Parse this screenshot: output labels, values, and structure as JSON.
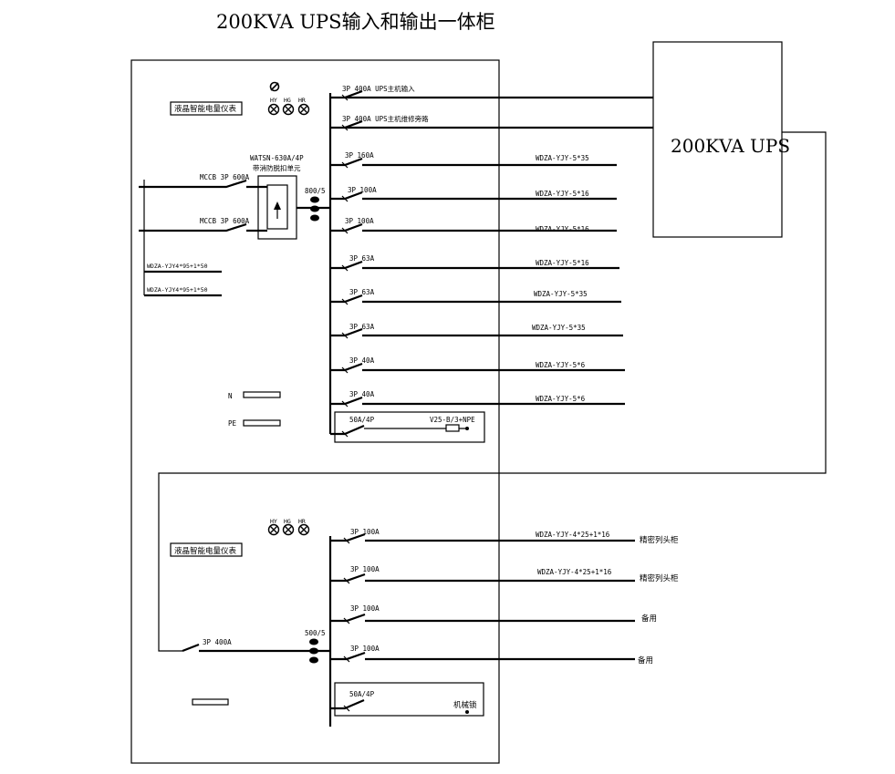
{
  "title": "200KVA UPS输入和输出一体柜",
  "ups_label": "200KVA UPS",
  "meter_label": "液晶智能电量仪表",
  "indicator_labels": [
    "HY",
    "HG",
    "HR"
  ],
  "ats": {
    "line1": "WATSN-630A/4P",
    "line2": "带消防脱扣单元"
  },
  "ct_upper": "800/5",
  "ct_lower": "500/5",
  "incomers": [
    {
      "breaker": "MCCB 3P 600A"
    },
    {
      "breaker": "MCCB 3P 600A"
    }
  ],
  "incoming_cables": [
    "WDZA-YJY4*95+1*50",
    "WDZA-YJY4*95+1*50"
  ],
  "bus_labels": {
    "n": "N",
    "pe": "PE"
  },
  "upper_feeders": [
    {
      "rating": "3P 400A UPS主机输入",
      "cable": ""
    },
    {
      "rating": "3P 400A UPS主机维修旁路",
      "cable": ""
    },
    {
      "rating": "3P 160A",
      "cable": "WDZA-YJY-5*35"
    },
    {
      "rating": "3P 100A",
      "cable": "WDZA-YJY-5*16"
    },
    {
      "rating": "3P 100A",
      "cable": "WDZA-YJY-5*16"
    },
    {
      "rating": "3P 63A",
      "cable": "WDZA-YJY-5*16"
    },
    {
      "rating": "3P 63A",
      "cable": "WDZA-YJY-5*35"
    },
    {
      "rating": "3P 63A",
      "cable": "WDZA-YJY-5*35"
    },
    {
      "rating": "3P 40A",
      "cable": "WDZA-YJY-5*6"
    },
    {
      "rating": "3P 40A",
      "cable": "WDZA-YJY-5*6"
    }
  ],
  "spd_upper": {
    "rating": "50A/4P",
    "model": "V25-B/3+NPE"
  },
  "lower_main_breaker": "3P 400A",
  "lower_feeders": [
    {
      "rating": "3P 100A",
      "cable": "WDZA-YJY-4*25+1*16",
      "dest": "精密列头柜"
    },
    {
      "rating": "3P 100A",
      "cable": "WDZA-YJY-4*25+1*16",
      "dest": "精密列头柜"
    },
    {
      "rating": "3P 100A",
      "cable": "",
      "dest": "备用"
    },
    {
      "rating": "3P 100A",
      "cable": "",
      "dest": "备用"
    }
  ],
  "spd_lower": {
    "rating": "50A/4P",
    "lock": "机械锁"
  }
}
